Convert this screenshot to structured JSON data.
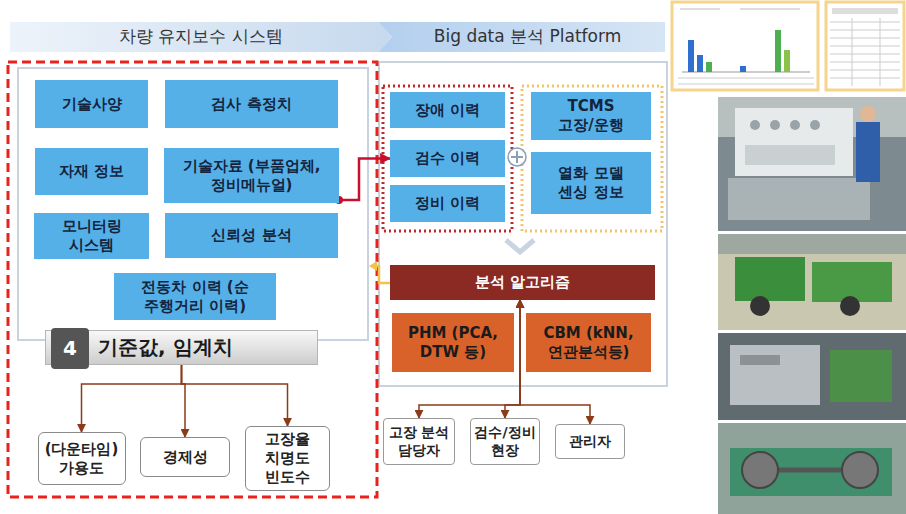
{
  "diagram": {
    "nodes": [
      {
        "text": [
          "차량 유지보수 시스템"
        ]
      },
      {
        "text": [
          "Big data 분석 Platform"
        ]
      },
      {
        "text": [
          "기술사양"
        ]
      },
      {
        "text": [
          "검사 측정치"
        ]
      },
      {
        "text": [
          "자재 정보"
        ]
      },
      {
        "text": [
          "기술자료 (부품업체, 정비메뉴얼)"
        ]
      },
      {
        "text": [
          "모니터링 시스템"
        ]
      },
      {
        "text": [
          "신뢰성 분석"
        ]
      },
      {
        "text": [
          "전동차 이력 (순 주행거리 이력)"
        ]
      },
      {
        "text": [
          "기준값, 임계치"
        ]
      },
      {
        "text": [
          "4"
        ],
        "in": 9
      },
      {
        "text": [
          "(다운타임) 가용도"
        ]
      },
      {
        "text": [
          "경제성"
        ]
      },
      {
        "text": [
          "고장율 치명도 빈도수"
        ]
      },
      {
        "text": [
          "장애 이력"
        ]
      },
      {
        "text": [
          "검수 이력"
        ]
      },
      {
        "text": [
          "정비 이력"
        ]
      },
      {
        "text": [
          "TCMS 고장/운행"
        ]
      },
      {
        "text": [
          "열화 모델 센싱 정보"
        ]
      },
      {
        "text": [
          "분석 알고리즘"
        ]
      },
      {
        "text": [
          "PHM (PCA, DTW 등)"
        ]
      },
      {
        "text": [
          "CBM (kNN, 연관분석등)"
        ]
      },
      {
        "text": [
          "고장 분석 담당자"
        ]
      },
      {
        "text": [
          "검수/정비 현장"
        ]
      },
      {
        "text": [
          "관리자"
        ]
      }
    ],
    "edges": [
      {
        "from": 5,
        "to": 15,
        "arrow": "to"
      },
      {
        "from": 9,
        "to": 11,
        "arrow": "to"
      },
      {
        "from": 9,
        "to": 12,
        "arrow": "to"
      },
      {
        "from": 9,
        "to": 13,
        "arrow": "to"
      },
      {
        "from": 19,
        "to": 22,
        "arrow": "both"
      },
      {
        "from": 19,
        "to": 23,
        "arrow": "both"
      },
      {
        "from": 19,
        "to": 24,
        "arrow": "both"
      }
    ]
  }
}
